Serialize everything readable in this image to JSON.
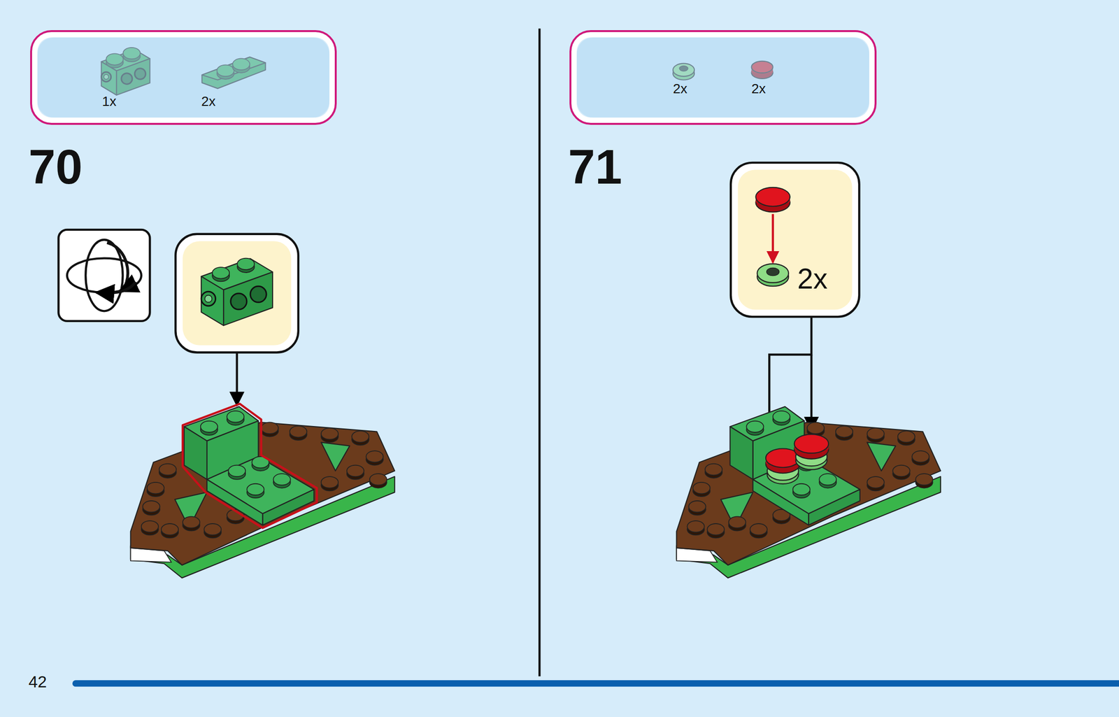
{
  "diagram": {
    "nodes": [
      {
        "text": [
          "1x",
          "2x"
        ]
      },
      {
        "text": [
          "2x",
          "2x"
        ]
      },
      {
        "text": [
          "2x"
        ]
      }
    ],
    "labels": [
      "70",
      "71",
      "42"
    ]
  }
}
